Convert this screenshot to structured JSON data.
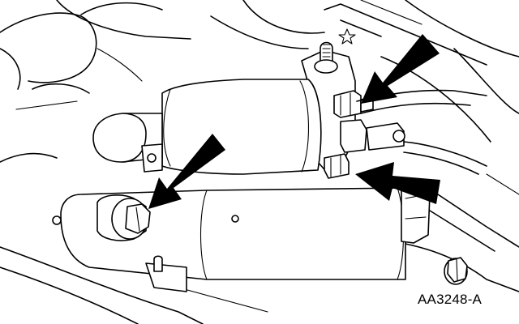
{
  "figure": {
    "code": "AA3248-A"
  },
  "colors": {
    "line": "#000000",
    "background": "#ffffff"
  },
  "callouts": [
    {
      "name": "starter-mounting-bolt-arrow",
      "icon": "arrow-pointer"
    },
    {
      "name": "solenoid-upper-nut-arrow",
      "icon": "arrow-pointer"
    },
    {
      "name": "solenoid-lower-nut-arrow",
      "icon": "arrow-pointer"
    }
  ]
}
